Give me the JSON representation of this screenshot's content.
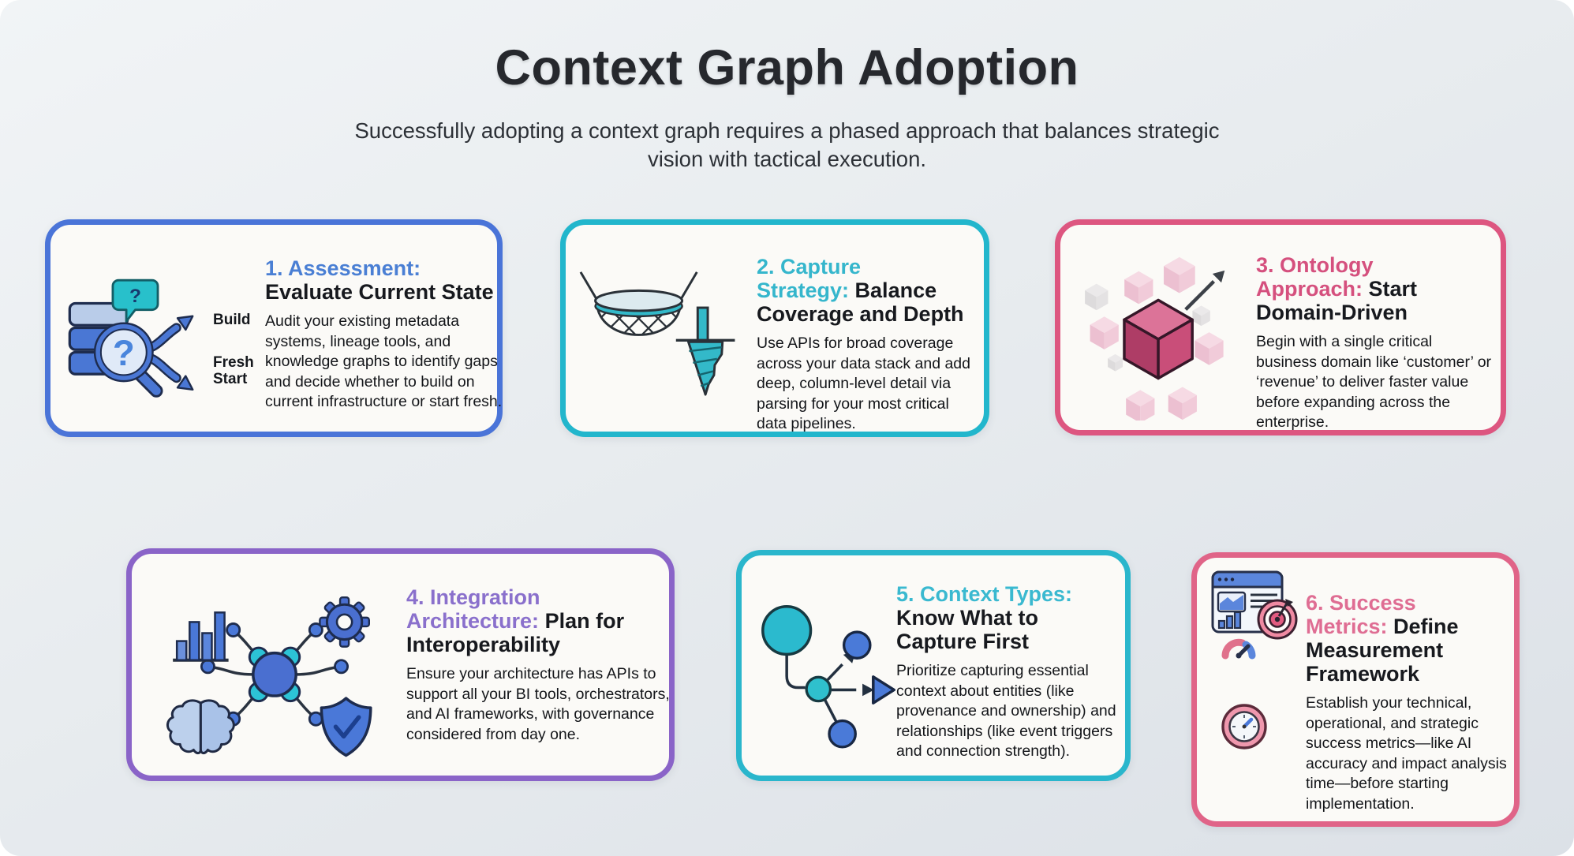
{
  "page": {
    "title": "Context Graph Adoption",
    "subtitle": "Successfully adopting a context graph requires a phased approach that balances strategic vision with tactical execution.",
    "background_color": "#e8ecef",
    "card_background": "#fbfaf7"
  },
  "cards": [
    {
      "step": 1,
      "accent_color": "#4a74d8",
      "icon": "database-audit-icon",
      "heading_lines": [
        {
          "accent": "1. Assessment:",
          "rest": ""
        },
        {
          "accent": "",
          "rest": "Evaluate Current State"
        }
      ],
      "body": "Audit your existing metadata systems, lineage tools, and knowledge graphs to identify gaps and decide whether to build on current infrastructure or start fresh.",
      "branch_labels": {
        "top": "Build",
        "bottom": "Fresh Start"
      }
    },
    {
      "step": 2,
      "accent_color": "#22b6cc",
      "icon": "net-and-drill-icon",
      "heading_lines": [
        {
          "accent": "2. Capture",
          "rest": ""
        },
        {
          "accent": "Strategy:",
          "rest": "Balance"
        },
        {
          "accent": "",
          "rest": "Coverage and Depth"
        }
      ],
      "body": "Use APIs for broad coverage across your data stack and add deep, column-level detail via parsing for your most critical data pipelines."
    },
    {
      "step": 3,
      "accent_color": "#dd5680",
      "icon": "cube-cluster-icon",
      "heading_lines": [
        {
          "accent": "3. Ontology",
          "rest": ""
        },
        {
          "accent": "Approach:",
          "rest": "Start"
        },
        {
          "accent": "",
          "rest": "Domain-Driven"
        }
      ],
      "body": "Begin with a single critical business domain like ‘customer’ or ‘revenue’ to deliver faster value before expanding across the enterprise."
    },
    {
      "step": 4,
      "accent_color": "#8a64c8",
      "icon": "hub-network-icon",
      "heading_lines": [
        {
          "accent": "4. Integration",
          "rest": ""
        },
        {
          "accent": "Architecture:",
          "rest": "Plan for"
        },
        {
          "accent": "",
          "rest": "Interoperability"
        }
      ],
      "body": "Ensure your architecture has APIs to support all your BI tools, orchestrators, and AI frameworks, with governance considered from day one."
    },
    {
      "step": 5,
      "accent_color": "#2ab6cc",
      "icon": "node-graph-icon",
      "heading_lines": [
        {
          "accent": "5. Context Types:",
          "rest": ""
        },
        {
          "accent": "",
          "rest": "Know What to"
        },
        {
          "accent": "",
          "rest": "Capture First"
        }
      ],
      "body": "Prioritize capturing essential context about entities (like provenance and ownership) and relationships (like event triggers and connection strength)."
    },
    {
      "step": 6,
      "accent_color": "#e06488",
      "icon": "dashboard-target-icon speedometer-icon clock-icon",
      "heading_lines": [
        {
          "accent": "6. Success",
          "rest": ""
        },
        {
          "accent": "Metrics:",
          "rest": "Define"
        },
        {
          "accent": "",
          "rest": "Measurement"
        },
        {
          "accent": "",
          "rest": "Framework"
        }
      ],
      "body": "Establish your technical, operational, and strategic success metrics—like AI accuracy and impact analysis time—before starting implementation."
    }
  ]
}
